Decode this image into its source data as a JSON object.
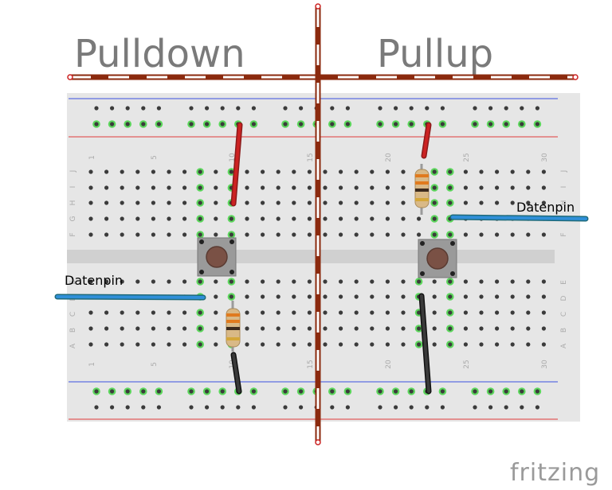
{
  "titles": {
    "left": "Pulldown",
    "right": "Pullup"
  },
  "wire_labels": {
    "left": "Datenpin",
    "right": "Datenpin"
  },
  "logo": "fritzing",
  "breadboard": {
    "column_numbers": [
      "1",
      "5",
      "10",
      "15",
      "20",
      "25",
      "30"
    ],
    "row_letters_top": [
      "J",
      "I",
      "H",
      "G",
      "F"
    ],
    "row_letters_bottom": [
      "E",
      "D",
      "C",
      "B",
      "A"
    ]
  },
  "colors": {
    "board": "#e6e6e6",
    "rail_blue": "#3b50e0",
    "rail_red": "#e0393b",
    "divider": "#8b2a0e",
    "hole": "#3b3b3b",
    "connected_hole": "#5cd65c",
    "wire_red": "#cc2222",
    "wire_black": "#333333",
    "wire_blue": "#1f6fd0",
    "button_body": "#9a9a9a",
    "button_cap": "#7a5145"
  }
}
